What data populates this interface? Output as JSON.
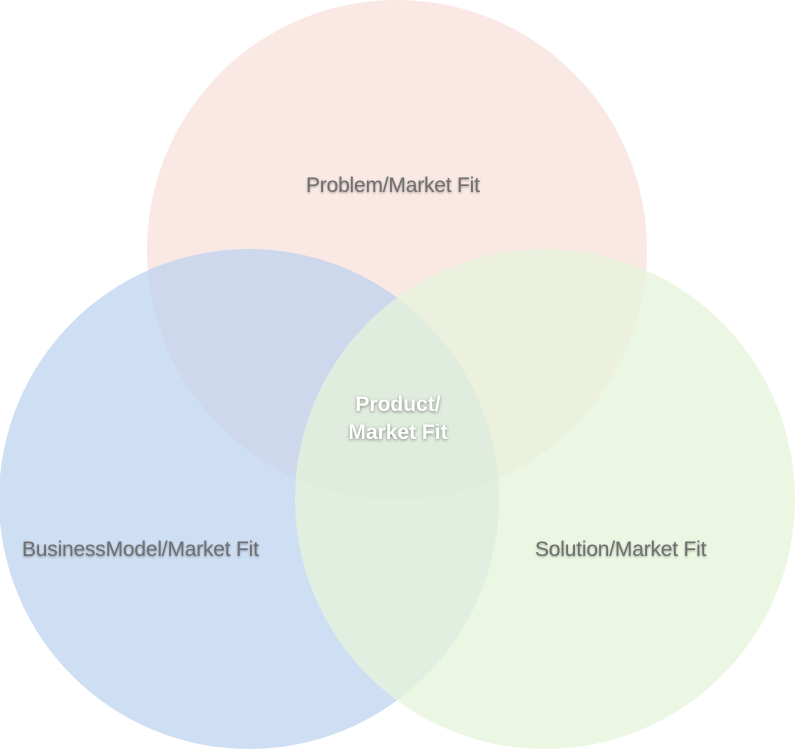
{
  "diagram": {
    "circles": [
      {
        "id": "problem",
        "label": "Problem/Market Fit",
        "fill": "#f7e2dd"
      },
      {
        "id": "business",
        "label": "BusinessModel/Market Fit",
        "fill": "#bdd3ef"
      },
      {
        "id": "solution",
        "label": "Solution/Market Fit",
        "fill": "#e6f4d9"
      }
    ],
    "center": {
      "line1": "Product/",
      "line2": "Market Fit"
    }
  }
}
